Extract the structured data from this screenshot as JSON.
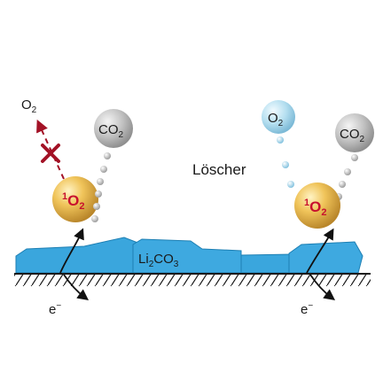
{
  "labels": {
    "o2_left": "O",
    "o2_left_sub": "2",
    "co2_left": "CO",
    "co2_left_sub": "2",
    "o2_right": "O",
    "o2_right_sub": "2",
    "co2_right": "CO",
    "co2_right_sub": "2",
    "singlet_left_sup": "1",
    "singlet_left": "O",
    "singlet_left_sub": "2",
    "singlet_right_sup": "1",
    "singlet_right": "O",
    "singlet_right_sub": "2",
    "quencher": "Löscher",
    "li2co3_main": "Li",
    "li2co3_sub1": "2",
    "li2co3_mid": "CO",
    "li2co3_sub2": "3",
    "electron_left": "e",
    "electron_left_sup": "−",
    "electron_right": "e",
    "electron_right_sup": "−"
  },
  "colors": {
    "crystal": "#3aa6dd",
    "crystal_edge": "#1d7fb3",
    "singlet_sphere": "#e9b84a",
    "singlet_text": "#c8102e",
    "co2_sphere": "#b8b8b8",
    "o2_sphere": "#a9d6ea",
    "forbidden_arrow": "#a31226",
    "ground": "#1a1a1a"
  }
}
